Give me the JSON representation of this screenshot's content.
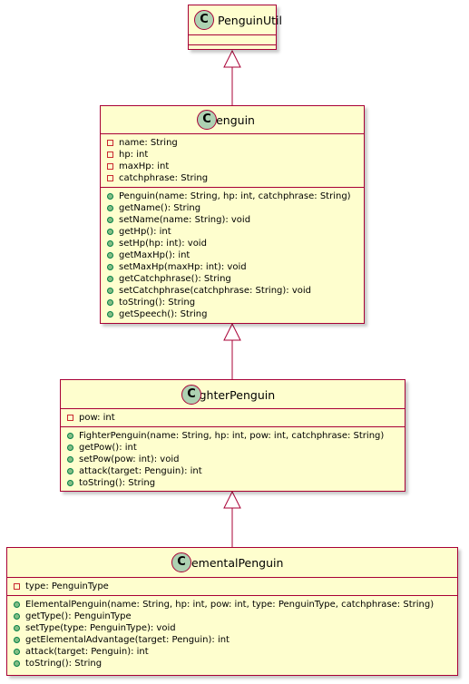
{
  "classes": [
    {
      "name": "PenguinUtil",
      "fields": [],
      "methods": []
    },
    {
      "name": "Penguin",
      "fields": [
        "name: String",
        "hp: int",
        "maxHp: int",
        "catchphrase: String"
      ],
      "methods": [
        "Penguin(name: String, hp: int, catchphrase: String)",
        "getName(): String",
        "setName(name: String): void",
        "getHp(): int",
        "setHp(hp: int): void",
        "getMaxHp(): int",
        "setMaxHp(maxHp: int): void",
        "getCatchphrase(): String",
        "setCatchphrase(catchphrase: String): void",
        "toString(): String",
        "getSpeech(): String"
      ]
    },
    {
      "name": "FighterPenguin",
      "fields": [
        "pow: int"
      ],
      "methods": [
        "FighterPenguin(name: String, hp: int, pow: int, catchphrase: String)",
        "getPow(): int",
        "setPow(pow: int): void",
        "attack(target: Penguin): int",
        "toString(): String"
      ]
    },
    {
      "name": "ElementalPenguin",
      "fields": [
        "type: PenguinType"
      ],
      "methods": [
        "ElementalPenguin(name: String, hp: int, pow: int, type: PenguinType, catchphrase: String)",
        "getType(): PenguinType",
        "setType(type: PenguinType): void",
        "getElementalAdvantage(target: Penguin): int",
        "attack(target: Penguin): int",
        "toString(): String"
      ]
    }
  ],
  "badge_letter": "C",
  "colors": {
    "class_fill": "#FEFECE",
    "border": "#A80036",
    "badge": "#ADD1B2",
    "private_marker": "#C82930",
    "public_marker": "#84BE84"
  }
}
